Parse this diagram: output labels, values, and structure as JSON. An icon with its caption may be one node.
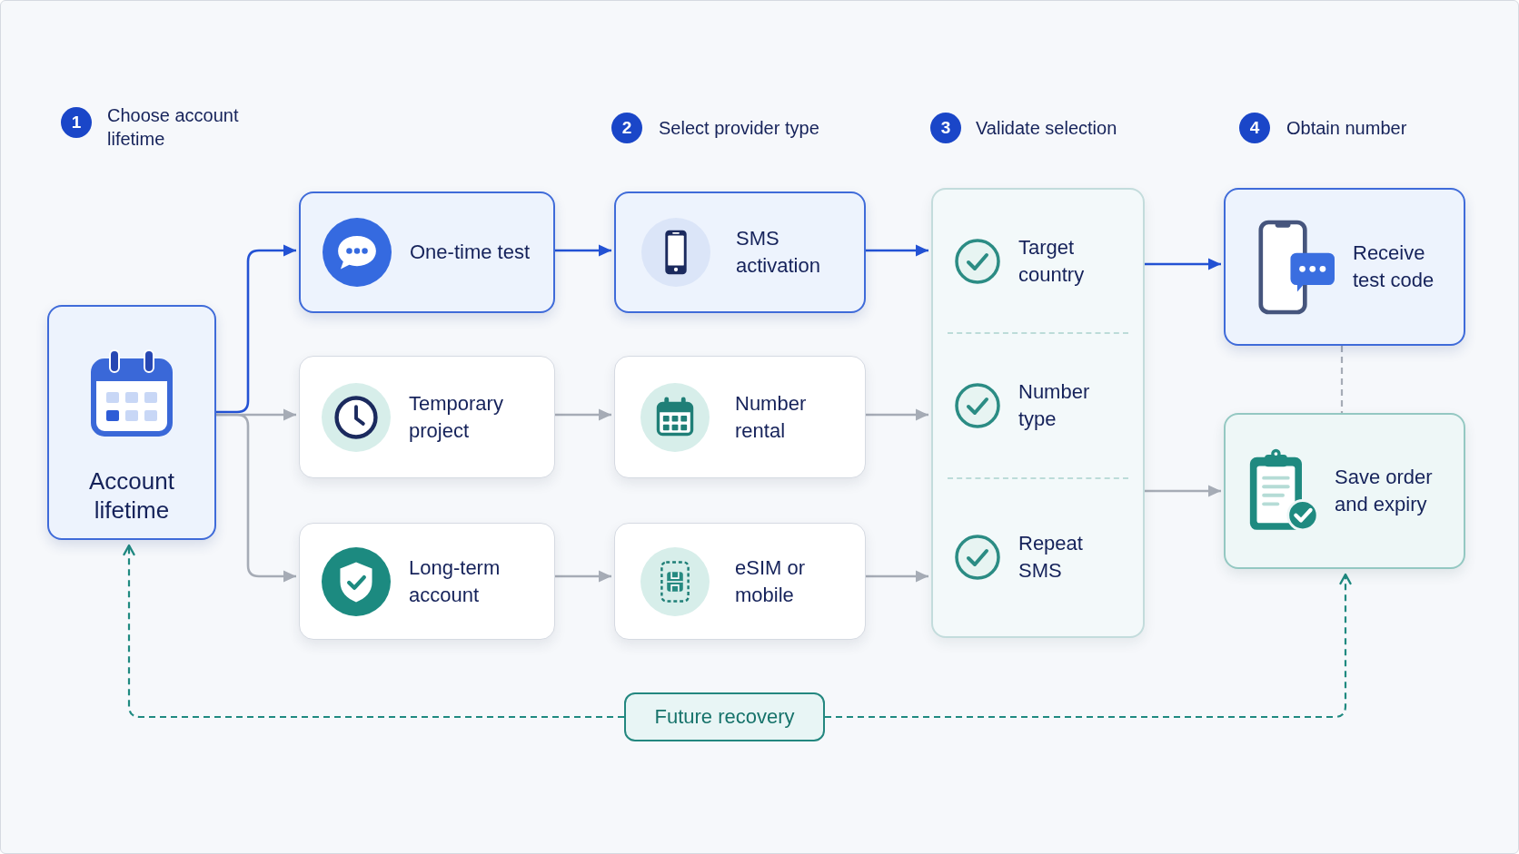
{
  "diagram": {
    "nodes": [
      {
        "text": [
          "1"
        ],
        "beside": [
          "Choose account lifetime"
        ]
      },
      {
        "text": [
          "2"
        ],
        "beside": [
          "Select provider type"
        ]
      },
      {
        "text": [
          "3"
        ],
        "beside": [
          "Validate selection"
        ]
      },
      {
        "text": [
          "4"
        ],
        "beside": [
          "Obtain number"
        ]
      },
      {
        "text": [
          "Account lifetime"
        ]
      },
      {
        "text": [
          "One-time test"
        ]
      },
      {
        "text": [
          "Temporary project"
        ]
      },
      {
        "text": [
          "Long-term account"
        ]
      },
      {
        "text": [
          "SMS activation"
        ]
      },
      {
        "text": [
          "Number rental"
        ]
      },
      {
        "text": [
          "eSIM or mobile"
        ]
      },
      {
        "text": [],
        "shape": "box"
      },
      {
        "text": [
          "Target country"
        ],
        "in": 11
      },
      {
        "text": [
          "Number type"
        ],
        "in": 11
      },
      {
        "text": [
          "Repeat SMS"
        ],
        "in": 11
      },
      {
        "text": [
          "Receive test code"
        ]
      },
      {
        "text": [
          "Save order and expiry"
        ]
      },
      {
        "text": [
          "Future recovery"
        ]
      }
    ],
    "edges": [
      {
        "from": 4,
        "to": 5,
        "arrow": "to",
        "color": "#2352d4"
      },
      {
        "from": 4,
        "to": 6,
        "arrow": "to"
      },
      {
        "from": 4,
        "to": 7,
        "arrow": "to"
      },
      {
        "from": 5,
        "to": 8,
        "arrow": "to",
        "color": "#2352d4"
      },
      {
        "from": 6,
        "to": 9,
        "arrow": "to"
      },
      {
        "from": 7,
        "to": 10,
        "arrow": "to"
      },
      {
        "from": 8,
        "to": 11,
        "arrow": "to",
        "color": "#2352d4"
      },
      {
        "from": 9,
        "to": 11,
        "arrow": "to"
      },
      {
        "from": 10,
        "to": 11,
        "arrow": "to"
      },
      {
        "from": 11,
        "to": 15,
        "arrow": "to",
        "color": "#2352d4"
      },
      {
        "from": 11,
        "to": 16,
        "arrow": "to"
      },
      {
        "from": 15,
        "to": 16,
        "arrow": "none",
        "style": "dashed"
      },
      {
        "from": 17,
        "to": 4,
        "arrow": "to",
        "style": "dashed",
        "color": "#1f8a80"
      },
      {
        "from": 17,
        "to": 16,
        "arrow": "to",
        "style": "dashed",
        "color": "#1f8a80"
      }
    ]
  }
}
